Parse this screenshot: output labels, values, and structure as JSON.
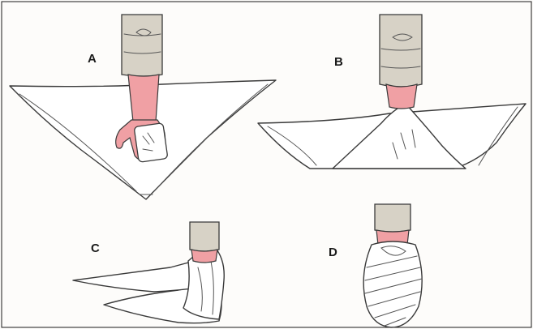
{
  "panels": [
    {
      "label": "A"
    },
    {
      "label": "B"
    },
    {
      "label": "C"
    },
    {
      "label": "D"
    }
  ],
  "colors": {
    "skin": "#f0a0a4",
    "sleeve": "#d7d2c6",
    "ink": "#3a3a3a",
    "background": "#fdfcfa",
    "frame": "#1a1a1a"
  }
}
